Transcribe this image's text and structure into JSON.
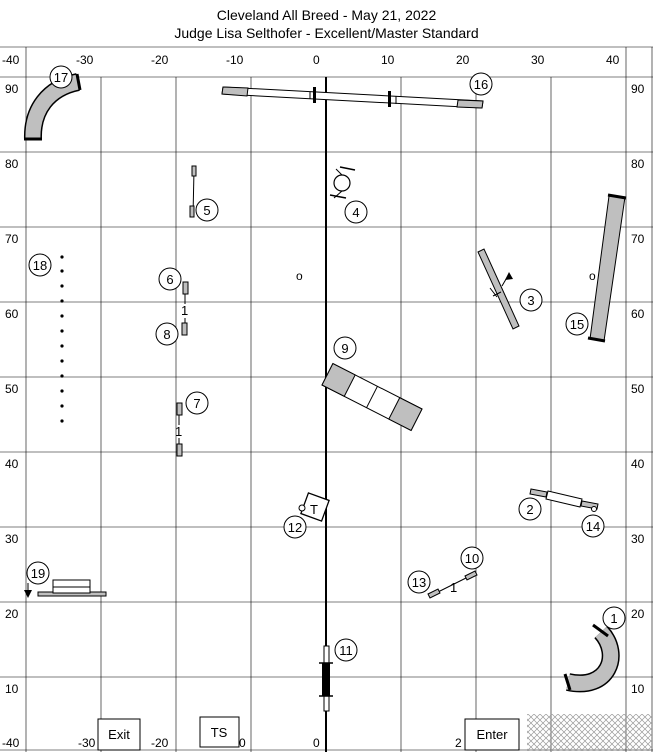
{
  "header": {
    "title": "Cleveland All Breed - May 21, 2022",
    "subtitle": "Judge Lisa Selthofer - Excellent/Master Standard"
  },
  "axes": {
    "x_top": [
      "-40",
      "-30",
      "-20",
      "-10",
      "0",
      "10",
      "20",
      "30",
      "40"
    ],
    "x_bottom": [
      "-40",
      "-30",
      "-20",
      "0",
      "0",
      "2"
    ],
    "y_left": [
      "90",
      "80",
      "70",
      "60",
      "50",
      "40",
      "30",
      "20",
      "10"
    ],
    "y_right": [
      "90",
      "80",
      "70",
      "60",
      "50",
      "40",
      "30",
      "20",
      "10"
    ]
  },
  "obstacles": [
    {
      "number": "1",
      "name": "curved-tunnel"
    },
    {
      "number": "2",
      "name": "tire-jump"
    },
    {
      "number": "3",
      "name": "spread-jump"
    },
    {
      "number": "4",
      "name": "tire"
    },
    {
      "number": "5",
      "name": "bar-jump"
    },
    {
      "number": "6",
      "name": "jump"
    },
    {
      "number": "7",
      "name": "jump"
    },
    {
      "number": "8",
      "name": "jump"
    },
    {
      "number": "9",
      "name": "a-frame"
    },
    {
      "number": "10",
      "name": "jump"
    },
    {
      "number": "11",
      "name": "teeter"
    },
    {
      "number": "12",
      "name": "table"
    },
    {
      "number": "13",
      "name": "jump"
    },
    {
      "number": "14",
      "name": "tire-jump-end"
    },
    {
      "number": "15",
      "name": "straight-tunnel"
    },
    {
      "number": "16",
      "name": "dog-walk"
    },
    {
      "number": "17",
      "name": "curved-tunnel"
    },
    {
      "number": "18",
      "name": "weave-poles"
    },
    {
      "number": "19",
      "name": "broad-jump"
    }
  ],
  "marks": {
    "spacing_1": "1",
    "spacing_2": "1",
    "spacing_3": "1",
    "table_letter": "T",
    "o_marker": "o"
  },
  "buttons": {
    "exit": "Exit",
    "ts": "TS",
    "enter": "Enter"
  },
  "colors": {
    "equipment_gray": "#bfbfbf",
    "grid": "#000000",
    "background": "#ffffff"
  }
}
